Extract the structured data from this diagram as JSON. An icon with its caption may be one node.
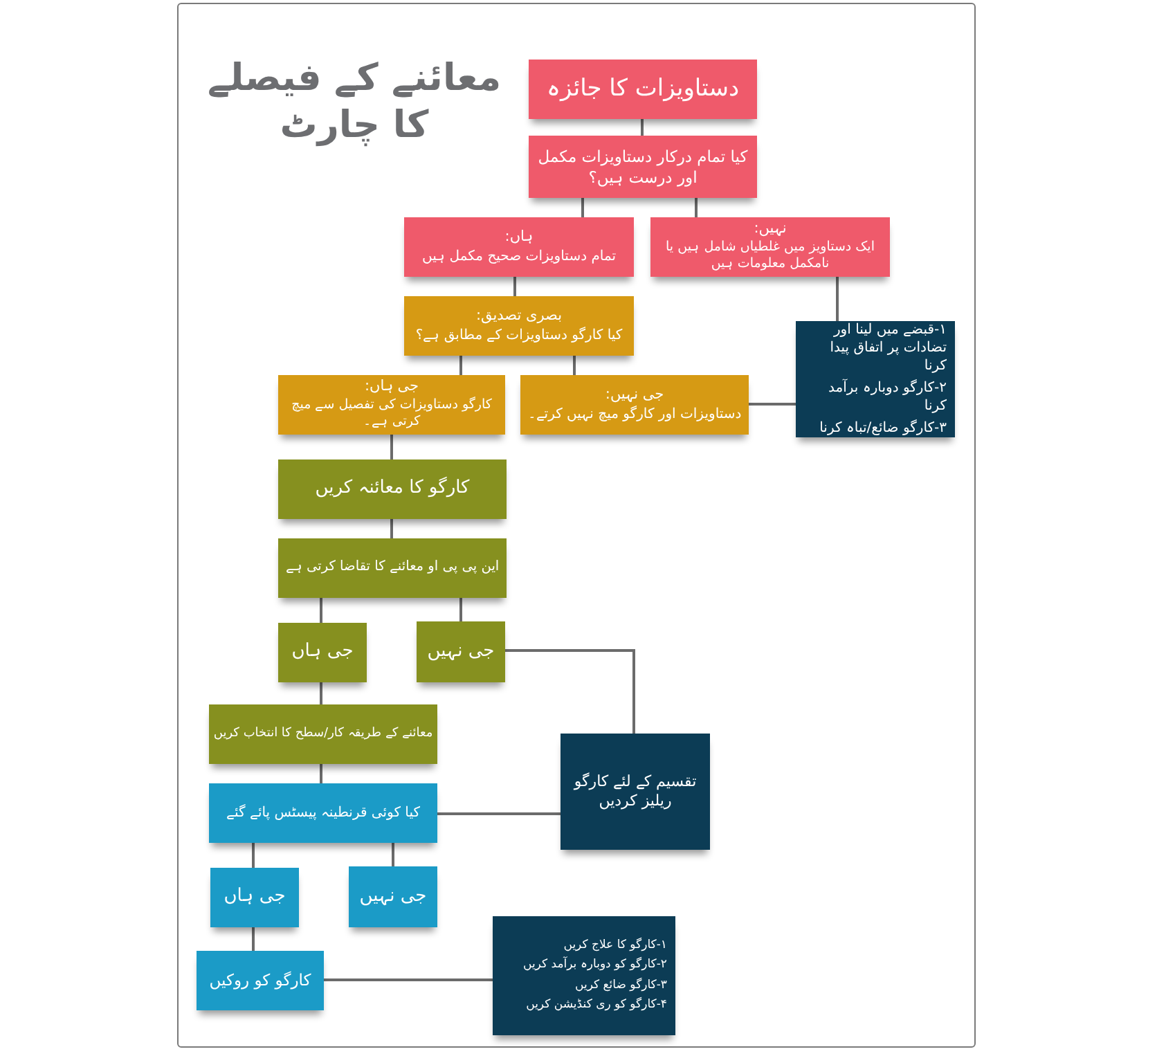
{
  "diagram": {
    "title": "معائنے کے فیصلے کا چارٹ",
    "nodes": [
      {
        "text": [
          "دستاویزات کا جائزہ"
        ]
      },
      {
        "text": [
          "کیا تمام درکار دستاویزات مکمل اور درست ہیں؟"
        ]
      },
      {
        "text": [
          "نہیں:",
          "ایک دستاویز میں غلطیاں شامل ہیں یا نامکمل معلومات ہیں"
        ]
      },
      {
        "text": [
          "ہاں:",
          "تمام دستاویزات صحیح مکمل ہیں"
        ]
      },
      {
        "text": [
          "بصری تصدیق:",
          "کیا کارگو دستاویزات کے مطابق ہے؟"
        ]
      },
      {
        "text": [
          "۱-قبضے میں لینا اور تضادات پر اتفاق پیدا کرنا",
          "۲-کارگو دوبارہ برآمد کرنا",
          "۳-کارگو ضائع/تباہ کرنا"
        ]
      },
      {
        "text": [
          "جی نہیں:",
          "دستاویزات اور کارگو میچ نہیں کرتے۔"
        ]
      },
      {
        "text": [
          "جی ہاں:",
          "کارگو دستاویزات کی تفصیل سے میچ کرتی ہے۔"
        ]
      },
      {
        "text": [
          "کارگو کا معائنہ کریں"
        ]
      },
      {
        "text": [
          "این پی پی او معائنے کا تقاضا کرتی ہے"
        ]
      },
      {
        "text": [
          "جی نہیں"
        ]
      },
      {
        "text": [
          "جی ہاں"
        ]
      },
      {
        "text": [
          "معائنے کے طریقہ کار/سطح کا انتخاب کریں"
        ]
      },
      {
        "text": [
          "تقسیم کے لئے کارگو ریلیز کردیں"
        ]
      },
      {
        "text": [
          "کیا کوئی قرنطینہ پیسٹس پائے گئے"
        ]
      },
      {
        "text": [
          "جی نہیں"
        ]
      },
      {
        "text": [
          "جی ہاں"
        ]
      },
      {
        "text": [
          "کارگو کو روکیں"
        ]
      },
      {
        "text": [
          "۱-کارگو کا علاج کریں",
          "۲-کارگو کو دوبارہ برآمد کریں",
          "۳-کارگو ضائع کریں",
          "۴-کارگو کو ری کنڈیشن کریں"
        ]
      }
    ],
    "edges": [
      {
        "from": 0,
        "to": 1,
        "arrow": "none"
      },
      {
        "from": 1,
        "to": 2,
        "arrow": "none"
      },
      {
        "from": 1,
        "to": 3,
        "arrow": "none"
      },
      {
        "from": 2,
        "to": 5,
        "arrow": "none"
      },
      {
        "from": 3,
        "to": 4,
        "arrow": "none"
      },
      {
        "from": 4,
        "to": 6,
        "arrow": "none"
      },
      {
        "from": 4,
        "to": 7,
        "arrow": "none"
      },
      {
        "from": 6,
        "to": 5,
        "arrow": "none"
      },
      {
        "from": 7,
        "to": 8,
        "arrow": "none"
      },
      {
        "from": 8,
        "to": 9,
        "arrow": "none"
      },
      {
        "from": 9,
        "to": 10,
        "arrow": "none"
      },
      {
        "from": 9,
        "to": 11,
        "arrow": "none"
      },
      {
        "from": 10,
        "to": 13,
        "arrow": "none"
      },
      {
        "from": 11,
        "to": 12,
        "arrow": "none"
      },
      {
        "from": 12,
        "to": 14,
        "arrow": "none"
      },
      {
        "from": 14,
        "to": 13,
        "arrow": "none"
      },
      {
        "from": 14,
        "to": 15,
        "arrow": "none"
      },
      {
        "from": 14,
        "to": 16,
        "arrow": "none"
      },
      {
        "from": 16,
        "to": 17,
        "arrow": "none"
      },
      {
        "from": 17,
        "to": 18,
        "arrow": "none"
      }
    ]
  }
}
